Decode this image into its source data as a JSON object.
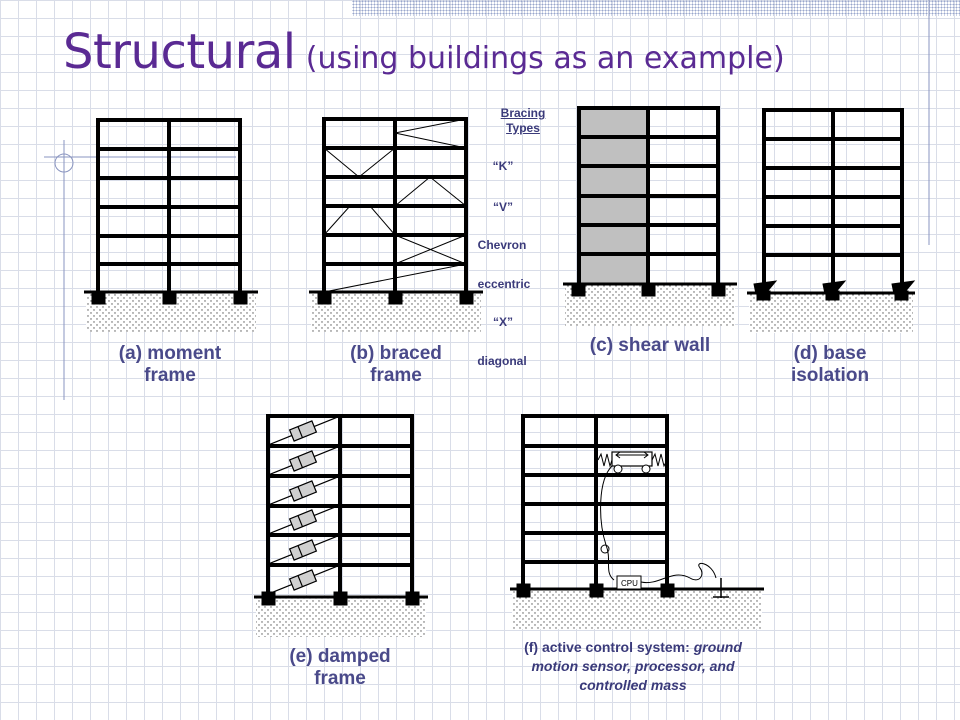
{
  "title": {
    "main": "Structural",
    "sub": "(using buildings as an example)"
  },
  "bracing": {
    "header": [
      "Bracing",
      "Types"
    ],
    "types": [
      "“K”",
      "“V”",
      "Chevron",
      "eccentric",
      "“X”",
      "diagonal"
    ]
  },
  "captions": {
    "a": [
      "(a) moment",
      "frame"
    ],
    "b": [
      "(b) braced",
      "frame"
    ],
    "c": "(c) shear wall",
    "d": [
      "(d) base",
      "isolation"
    ],
    "e": [
      "(e) damped",
      "frame"
    ],
    "f": {
      "line1_bold": "(f) active control system:",
      "line1_italic": "ground",
      "line2": "motion sensor, processor, and",
      "line3": "controlled mass"
    }
  },
  "cpu_label": "CPU",
  "colors": {
    "title": "#5a2a93",
    "caption": "#4a4a8a",
    "grid": "#d9dde8",
    "wall": "#c0c0c0"
  }
}
